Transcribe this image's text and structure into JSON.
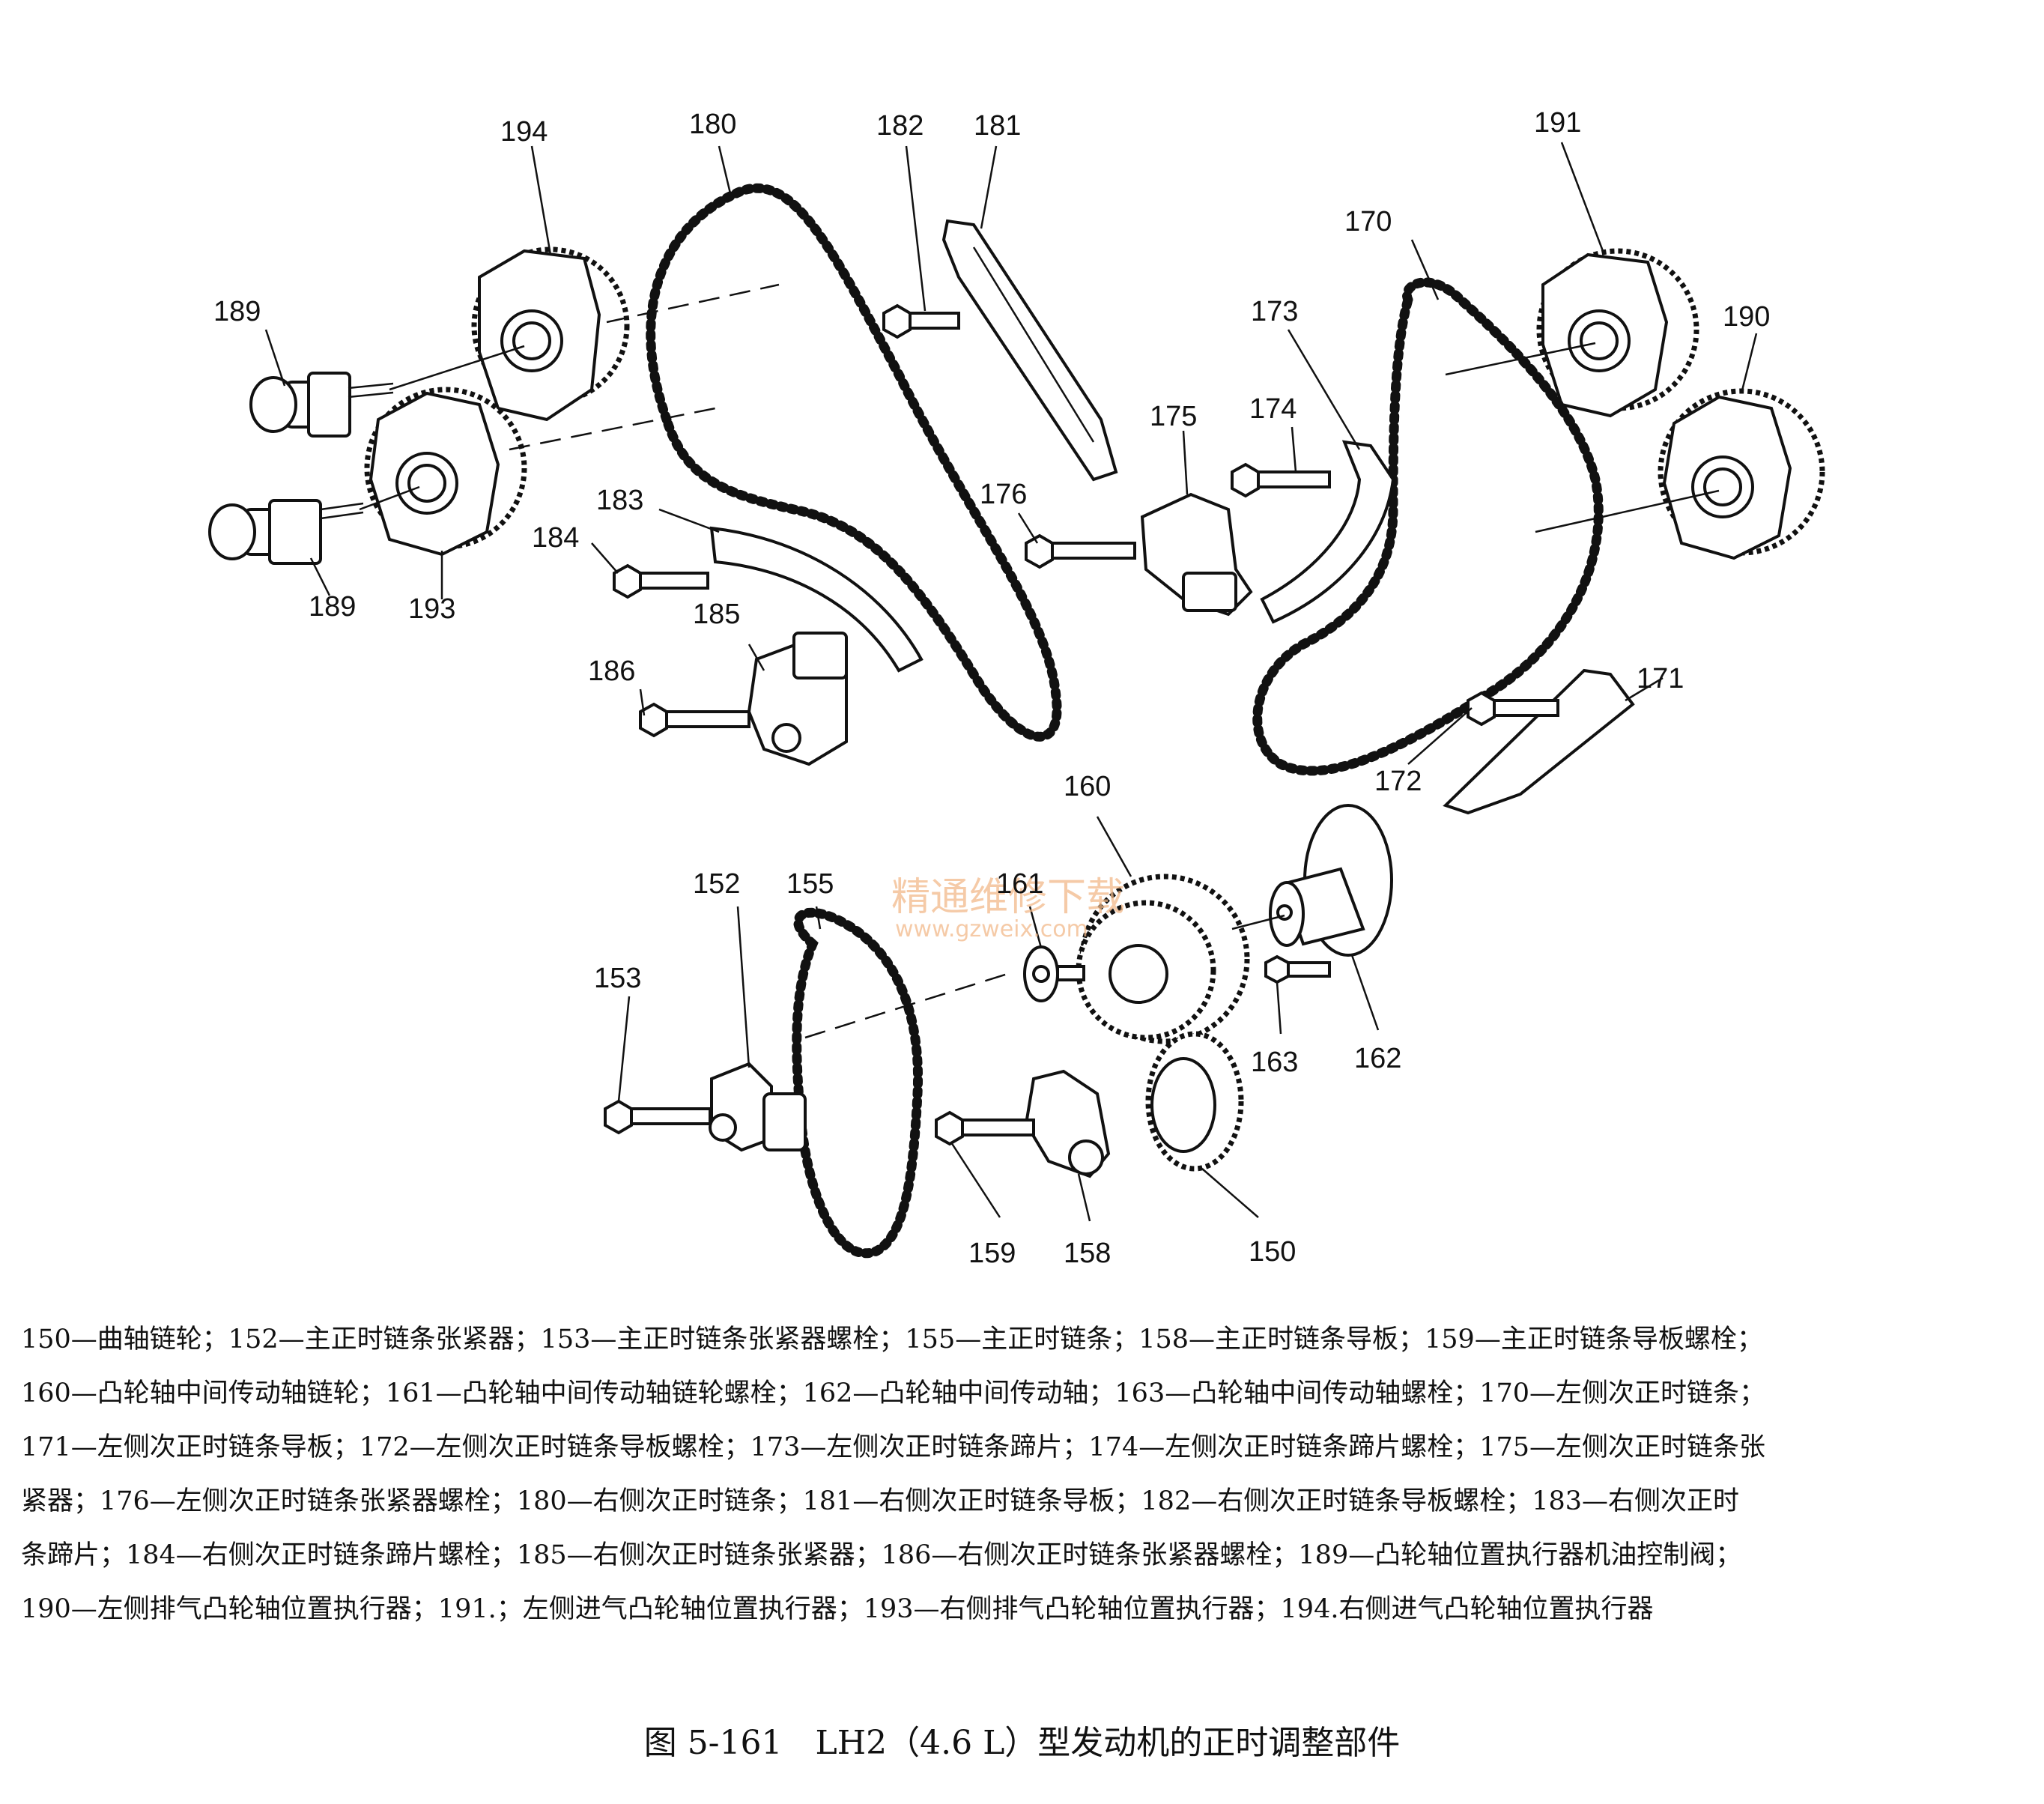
{
  "diagram": {
    "callouts": [
      "194",
      "180",
      "182",
      "181",
      "191",
      "170",
      "173",
      "190",
      "189",
      "189",
      "193",
      "183",
      "184",
      "174",
      "175",
      "176",
      "185",
      "186",
      "171",
      "172",
      "160",
      "152",
      "155",
      "161",
      "153",
      "163",
      "162",
      "159",
      "158",
      "150"
    ],
    "watermark": {
      "text": "精通维修下载",
      "url": "www.gzweix.com"
    }
  },
  "legend": {
    "lines": [
      "150—曲轴链轮；152—主正时链条张紧器；153—主正时链条张紧器螺栓；155—主正时链条；158—主正时链条导板；159—主正时链条导板螺栓；",
      "160—凸轮轴中间传动轴链轮；161—凸轮轴中间传动轴链轮螺栓；162—凸轮轴中间传动轴；163—凸轮轴中间传动轴螺栓；170—左侧次正时链条；",
      "171—左侧次正时链条导板；172—左侧次正时链条导板螺栓；173—左侧次正时链条蹄片；174—左侧次正时链条蹄片螺栓；175—左侧次正时链条张",
      "紧器；176—左侧次正时链条张紧器螺栓；180—右侧次正时链条；181—右侧次正时链条导板；182—右侧次正时链条导板螺栓；183—右侧次正时",
      "条蹄片；184—右侧次正时链条蹄片螺栓；185—右侧次正时链条张紧器；186—右侧次正时链条张紧器螺栓；189—凸轮轴位置执行器机油控制阀；",
      "190—左侧排气凸轮轴位置执行器；191.；左侧进气凸轮轴位置执行器；193—右侧排气凸轮轴位置执行器；194.右侧进气凸轮轴位置执行器"
    ]
  },
  "caption": "图 5-161　LH2（4.6 L）型发动机的正时调整部件"
}
